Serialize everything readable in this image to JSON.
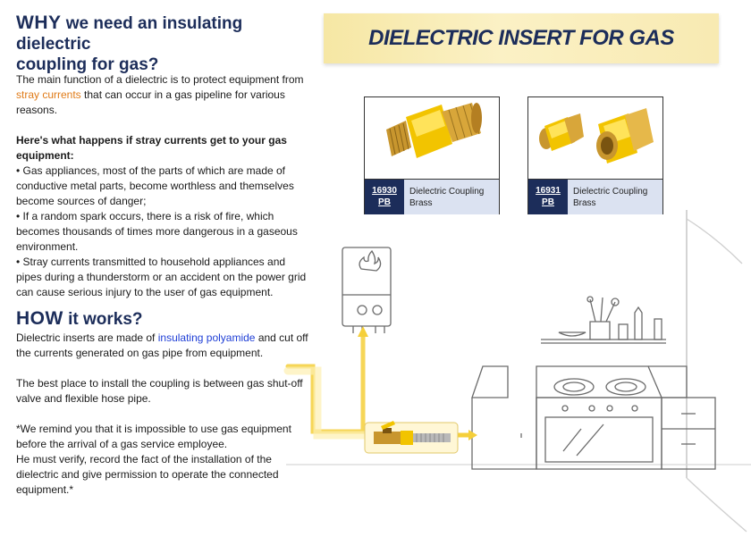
{
  "why": {
    "lead": "WHY",
    "rest1": "we need an insulating dielectric",
    "rest2": "coupling for gas?"
  },
  "intro": {
    "before": "The main function of a dielectric is to protect equipment from",
    "highlight": "stray currents",
    "after": "that can occur in a gas pipeline for various",
    "line3": "reasons."
  },
  "happens": {
    "heading1": "Here's what happens if stray currents get to your gas",
    "heading2": "equipment:",
    "bullets": [
      [
        "• Gas appliances, most of the parts of which are made of",
        "conductive metal parts, become worthless and themselves",
        "become sources of danger;"
      ],
      [
        "• If a random spark occurs, there is a risk of fire, which",
        "becomes thousands of times more dangerous in a gaseous",
        "environment."
      ],
      [
        "• Stray currents transmitted to household appliances and",
        "pipes during a thunderstorm or an accident on the power grid",
        "can cause serious injury to the user of gas equipment."
      ]
    ]
  },
  "how": {
    "lead": "HOW",
    "rest": "it works?",
    "p1_before": "Dielectric inserts are made of",
    "p1_highlight": "insulating polyamide",
    "p1_after": "and cut off",
    "p1_line2": "the currents generated on gas pipe from equipment.",
    "p2_line1": "The best place to install the coupling is between gas shut-off",
    "p2_line2": "valve and flexible hose pipe.",
    "p3_lines": [
      "*We remind you that it is impossible to use gas equipment",
      "before the arrival of a gas service employee.",
      "He must verify, record the fact of the installation of the",
      "dielectric and give permission to operate the connected",
      "equipment.*"
    ]
  },
  "banner": {
    "title": "DIELECTRIC INSERT FOR GAS"
  },
  "products": [
    {
      "code1": "16930",
      "code2": "PB",
      "desc1": "Dielectric Coupling",
      "desc2": "Brass"
    },
    {
      "code1": "16931",
      "code2": "PB",
      "desc1": "Dielectric Coupling",
      "desc2": "Brass"
    }
  ],
  "colors": {
    "navy": "#1c2d5a",
    "yellow": "#f2c400",
    "brass": "#c8962e",
    "highlight_orange": "#e07b18",
    "highlight_blue": "#1f3fd6"
  }
}
